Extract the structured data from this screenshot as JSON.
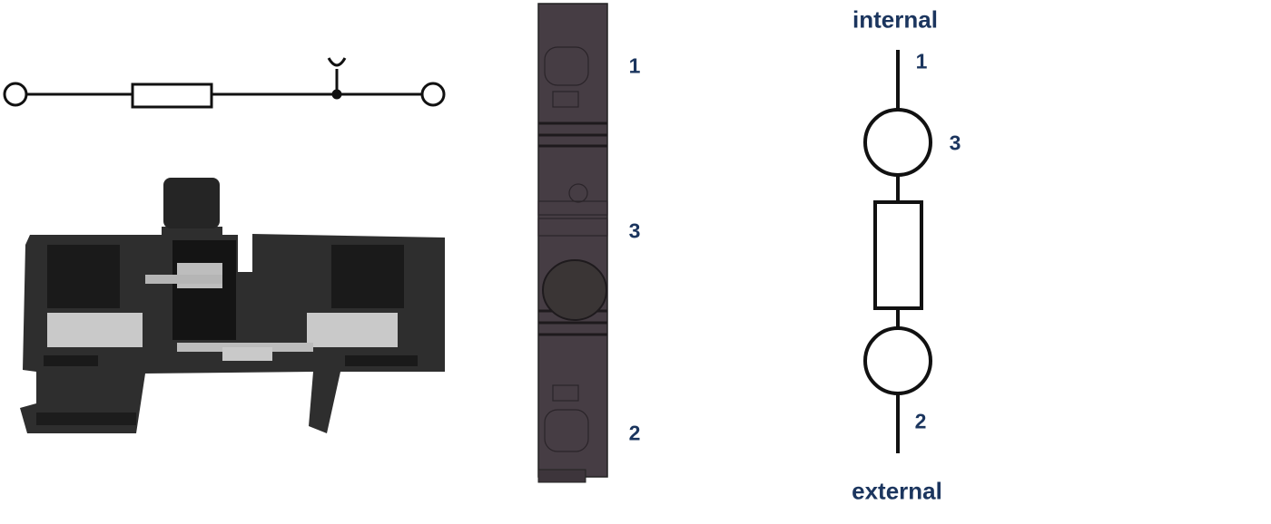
{
  "front_view": {
    "labels": [
      "1",
      "3",
      "2"
    ]
  },
  "circuit_diagram": {
    "top_label": "internal",
    "bottom_label": "external",
    "terminal_labels": {
      "top": "1",
      "middle": "3",
      "bottom": "2"
    }
  },
  "colors": {
    "label": "#1b355e",
    "housing": "#463d44",
    "body": "#2e2e2e",
    "metal": "#c9c9c9"
  }
}
